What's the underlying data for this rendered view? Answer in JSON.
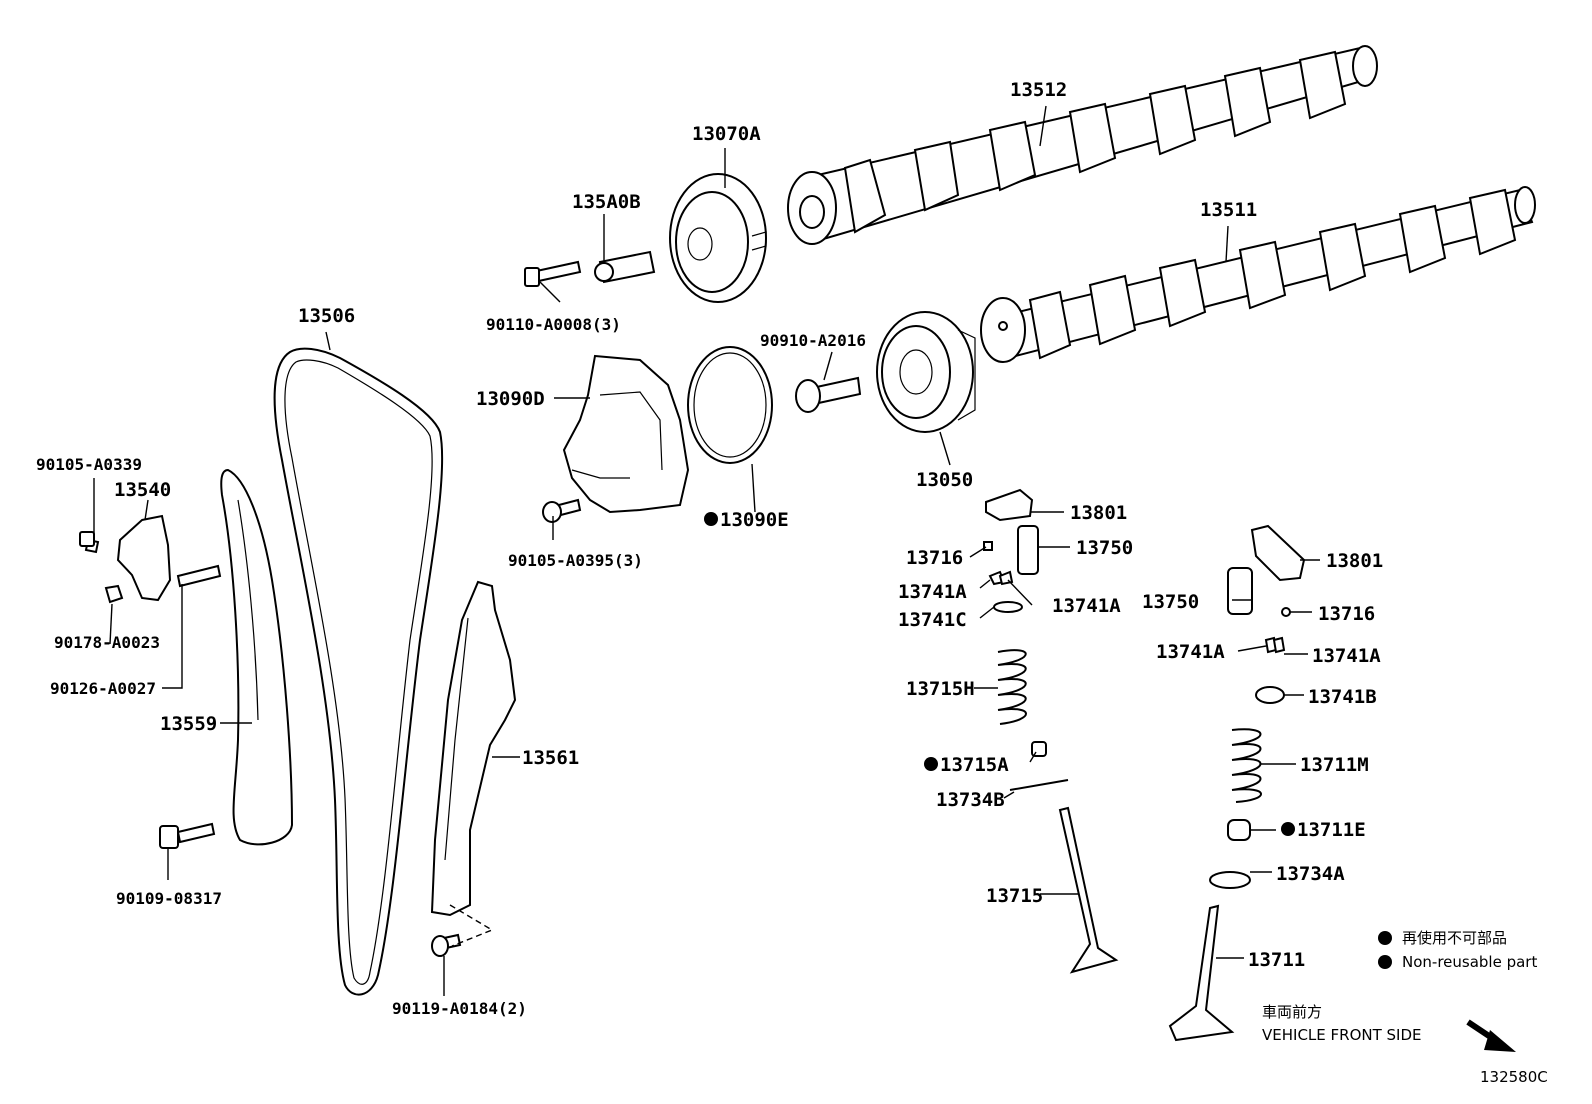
{
  "diagram": {
    "parts": {
      "p13512": "13512",
      "p13511": "13511",
      "p13070A": "13070A",
      "p135A0B": "135A0B",
      "p90110": "90110-A0008(3)",
      "p13506": "13506",
      "p90910": "90910-A2016",
      "p13090D": "13090D",
      "p13050": "13050",
      "p90105_0339": "90105-A0339",
      "p13540": "13540",
      "p13090E": "13090E",
      "p90105_0395": "90105-A0395(3)",
      "p13801a": "13801",
      "p13716a": "13716",
      "p13750a": "13750",
      "p13741Aa": "13741A",
      "p13741Ab": "13741A",
      "p13741C": "13741C",
      "p13801b": "13801",
      "p13750b": "13750",
      "p13716b": "13716",
      "p13741Ac": "13741A",
      "p13741Ad": "13741A",
      "p13741B": "13741B",
      "p90178": "90178-A0023",
      "p90126": "90126-A0027",
      "p13559": "13559",
      "p13561": "13561",
      "p13715H": "13715H",
      "p13715A": "13715A",
      "p13711M": "13711M",
      "p13734B": "13734B",
      "p13711E": "13711E",
      "p13734A": "13734A",
      "p13715": "13715",
      "p90109": "90109-08317",
      "p90119": "90119-A0184(2)",
      "p13711": "13711"
    },
    "legend": {
      "jp": "再使用不可部品",
      "en": "Non-reusable part"
    },
    "direction": {
      "jp": "車両前方",
      "en": "VEHICLE FRONT SIDE"
    },
    "figure_code": "132580C"
  }
}
